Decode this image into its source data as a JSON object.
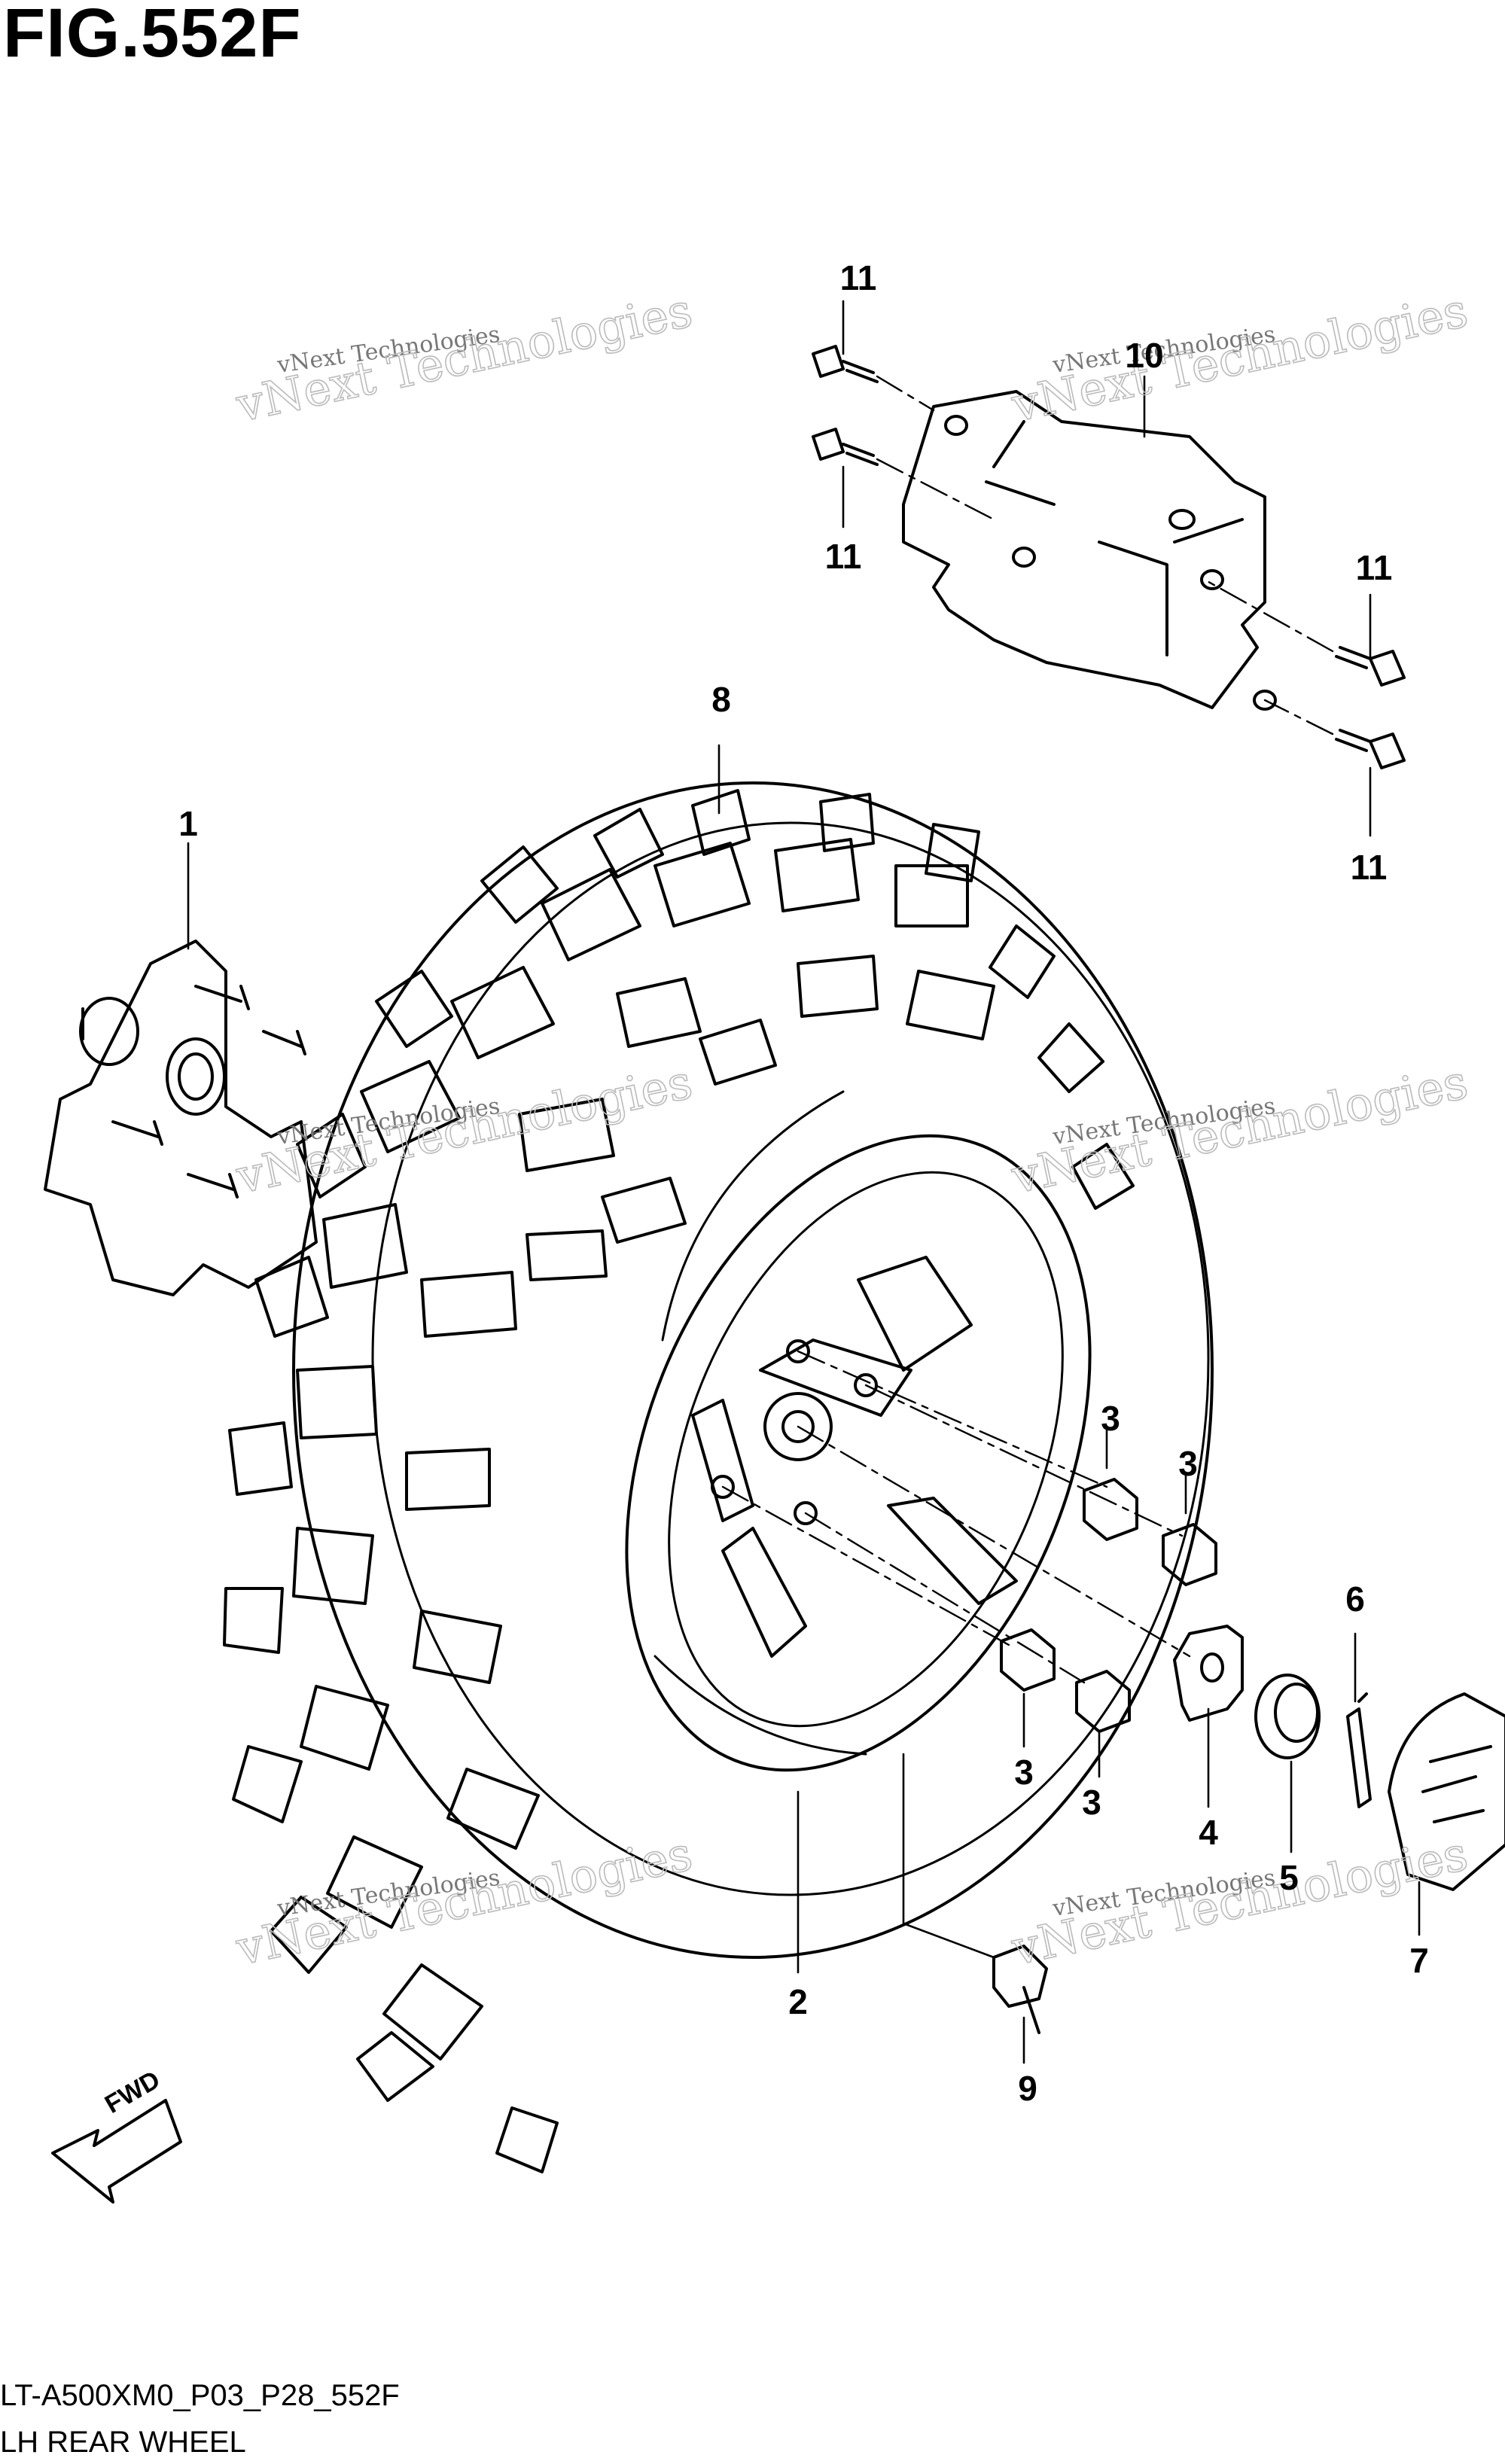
{
  "figure": {
    "title": "FIG.552F",
    "code": "LT-A500XM0_P03_P28_552F",
    "name": "LH REAR WHEEL",
    "direction_label": "FWD"
  },
  "watermark": {
    "line1": "vNext Technologies",
    "line2": "vNext Technologies"
  },
  "callouts": [
    {
      "id": "part-1",
      "label": "1"
    },
    {
      "id": "part-2",
      "label": "2"
    },
    {
      "id": "part-3a",
      "label": "3"
    },
    {
      "id": "part-3b",
      "label": "3"
    },
    {
      "id": "part-3c",
      "label": "3"
    },
    {
      "id": "part-3d",
      "label": "3"
    },
    {
      "id": "part-4",
      "label": "4"
    },
    {
      "id": "part-5",
      "label": "5"
    },
    {
      "id": "part-6",
      "label": "6"
    },
    {
      "id": "part-7",
      "label": "7"
    },
    {
      "id": "part-8",
      "label": "8"
    },
    {
      "id": "part-9",
      "label": "9"
    },
    {
      "id": "part-10",
      "label": "10"
    },
    {
      "id": "part-11a",
      "label": "11"
    },
    {
      "id": "part-11b",
      "label": "11"
    },
    {
      "id": "part-11c",
      "label": "11"
    },
    {
      "id": "part-11d",
      "label": "11"
    }
  ]
}
